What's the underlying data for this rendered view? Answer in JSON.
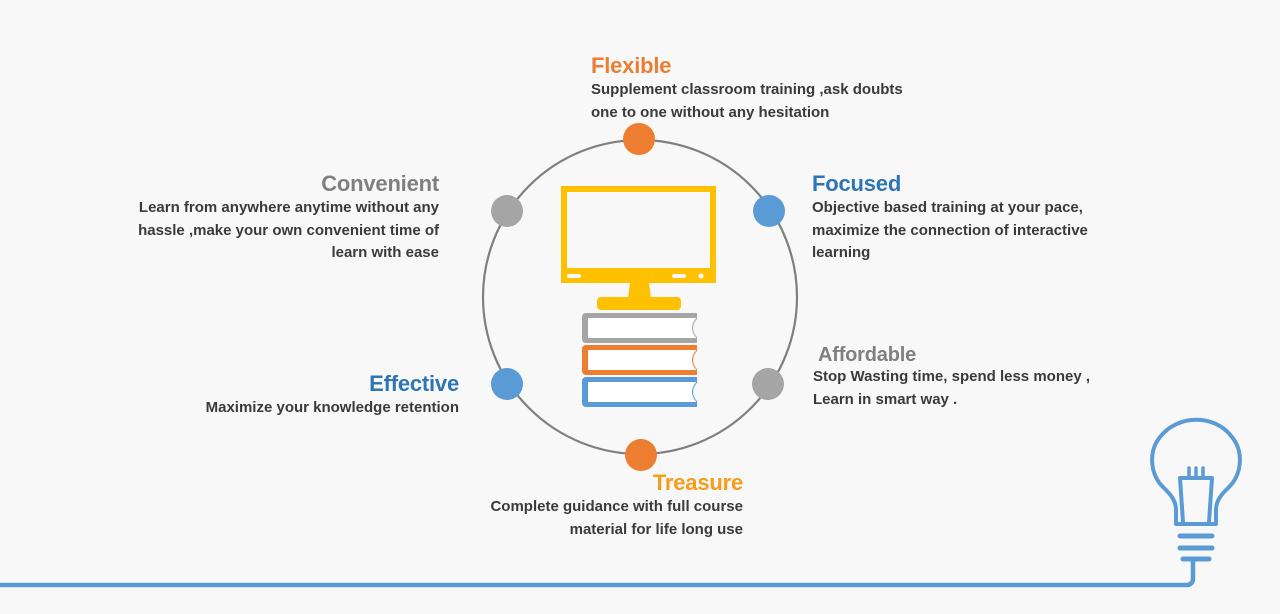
{
  "colors": {
    "orange": "#ed7d31",
    "gray": "#a5a5a5",
    "blue": "#5b9bd5",
    "yellow": "#ffc000",
    "treasure_title": "#f59c1a",
    "blue_title": "#2e75b6",
    "gray_title": "#7f7f7f",
    "ring": "#7f7f7f",
    "text": "#3a3a3a"
  },
  "center_icon": {
    "monitor": "monitor-icon",
    "books": [
      "gray-book-icon",
      "orange-book-icon",
      "blue-book-icon"
    ]
  },
  "decoration": {
    "bulb": "light-bulb-icon"
  },
  "features": {
    "flexible": {
      "title": "Flexible",
      "lines": [
        "Supplement classroom training ,ask doubts",
        "one to one without any hesitation"
      ]
    },
    "convenient": {
      "title": "Convenient",
      "lines": [
        "Learn from anywhere anytime without any",
        "hassle ,make your own convenient time of",
        "learn with ease"
      ]
    },
    "focused": {
      "title": "Focused",
      "lines": [
        "Objective based training at your pace,",
        "maximize the connection of interactive",
        "learning"
      ]
    },
    "affordable": {
      "title": "Affordable",
      "lines": [
        "Stop Wasting time, spend less money ,",
        "Learn in smart way ."
      ]
    },
    "effective": {
      "title": "Effective",
      "lines": [
        "Maximize your knowledge retention"
      ]
    },
    "treasure": {
      "title": "Treasure",
      "lines": [
        "Complete guidance with full course",
        "material for life long use"
      ]
    }
  }
}
